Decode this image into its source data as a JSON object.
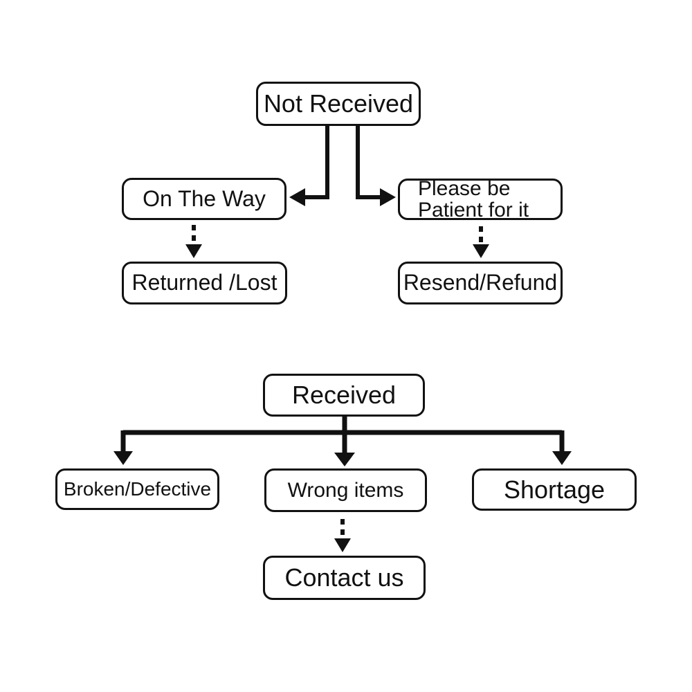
{
  "diagram": {
    "background_color": "#ffffff",
    "line_color": "#111111",
    "top_flow": {
      "root": {
        "label": "Not Received"
      },
      "left_branch": {
        "label": "On The Way"
      },
      "right_branch": {
        "line1": "Please be",
        "line2": "Patient for it"
      },
      "left_outcome": {
        "label": "Returned /Lost"
      },
      "right_outcome": {
        "label": "Resend/Refund"
      }
    },
    "bottom_flow": {
      "root": {
        "label": "Received"
      },
      "children": [
        {
          "label": "Broken/Defective"
        },
        {
          "label": "Wrong items"
        },
        {
          "label": "Shortage"
        }
      ],
      "outcome": {
        "label": "Contact us"
      }
    }
  }
}
